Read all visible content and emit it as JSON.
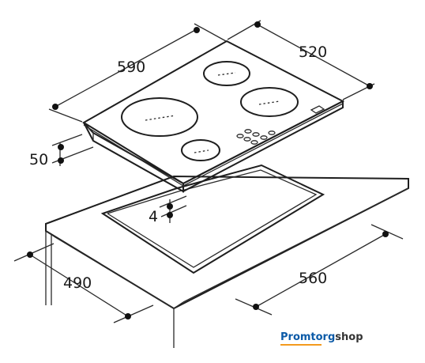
{
  "dimensions": {
    "width_590": "590",
    "depth_520": "520",
    "thickness_50": "50",
    "gap_4": "4",
    "cutout_490": "490",
    "cutout_560": "560"
  },
  "brand": {
    "part1": "Promtorg",
    "part2": "shop",
    "colors": {
      "part1": "#0b5aa7",
      "part2": "#333333",
      "underline": "#f39a1e"
    }
  }
}
